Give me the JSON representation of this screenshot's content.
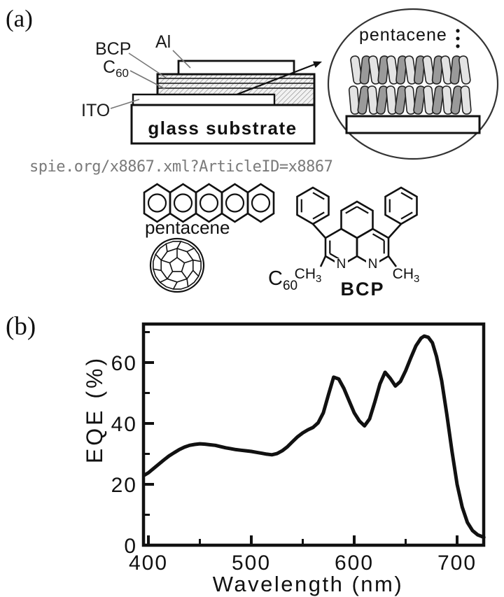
{
  "panel_a": {
    "label": "(a)",
    "device": {
      "al": "Al",
      "bcp": "BCP",
      "c60_base": "C",
      "c60_sub": "60",
      "ito": "ITO",
      "substrate": "glass substrate"
    },
    "inset": {
      "label": "pentacene"
    },
    "watermark": "spie.org/x8867.xml?ArticleID=x8867",
    "structures": {
      "pentacene": "pentacene",
      "c60_base": "C",
      "c60_sub": "60",
      "bcp": "BCP",
      "n_left": "N",
      "n_right": "N",
      "ch3_left_base": "CH",
      "ch3_left_sub": "3",
      "ch3_right_base": "CH",
      "ch3_right_sub": "3"
    }
  },
  "panel_b": {
    "label": "(b)",
    "chart_data": {
      "type": "line",
      "title": "",
      "xlabel": "Wavelength (nm)",
      "ylabel": "EQE (%)",
      "xlim": [
        395,
        726
      ],
      "ylim": [
        0,
        72.5
      ],
      "x_major_ticks": [
        400,
        500,
        600,
        700
      ],
      "x_minor_ticks": [
        450,
        550,
        650
      ],
      "y_major_ticks": [
        0,
        20,
        40,
        60
      ],
      "y_minor_ticks": [
        10,
        30,
        50,
        70
      ],
      "grid": false,
      "legend": null,
      "line_color": "#111111",
      "series": [
        {
          "name": "EQE",
          "points": [
            [
              396,
              23.0
            ],
            [
              400,
              23.8
            ],
            [
              405,
              25.2
            ],
            [
              410,
              26.6
            ],
            [
              415,
              28.0
            ],
            [
              420,
              29.3
            ],
            [
              425,
              30.4
            ],
            [
              430,
              31.4
            ],
            [
              435,
              32.2
            ],
            [
              440,
              32.8
            ],
            [
              445,
              33.1
            ],
            [
              450,
              33.3
            ],
            [
              455,
              33.2
            ],
            [
              460,
              33.0
            ],
            [
              465,
              32.8
            ],
            [
              470,
              32.4
            ],
            [
              475,
              32.0
            ],
            [
              480,
              31.7
            ],
            [
              485,
              31.4
            ],
            [
              490,
              31.2
            ],
            [
              495,
              31.0
            ],
            [
              500,
              30.8
            ],
            [
              505,
              30.5
            ],
            [
              510,
              30.2
            ],
            [
              515,
              29.9
            ],
            [
              520,
              29.7
            ],
            [
              525,
              30.1
            ],
            [
              530,
              31.0
            ],
            [
              535,
              32.3
            ],
            [
              540,
              34.0
            ],
            [
              545,
              35.6
            ],
            [
              550,
              36.9
            ],
            [
              555,
              37.9
            ],
            [
              560,
              38.7
            ],
            [
              565,
              40.2
            ],
            [
              570,
              43.5
            ],
            [
              575,
              49.5
            ],
            [
              580,
              55.2
            ],
            [
              585,
              54.6
            ],
            [
              590,
              51.5
            ],
            [
              595,
              47.5
            ],
            [
              600,
              43.5
            ],
            [
              605,
              40.8
            ],
            [
              610,
              39.2
            ],
            [
              615,
              41.5
            ],
            [
              620,
              47.0
            ],
            [
              625,
              53.0
            ],
            [
              630,
              56.8
            ],
            [
              635,
              54.8
            ],
            [
              640,
              52.3
            ],
            [
              645,
              53.8
            ],
            [
              650,
              57.3
            ],
            [
              655,
              61.5
            ],
            [
              660,
              65.5
            ],
            [
              665,
              68.0
            ],
            [
              668,
              68.7
            ],
            [
              672,
              68.3
            ],
            [
              676,
              66.5
            ],
            [
              680,
              62.0
            ],
            [
              685,
              54.0
            ],
            [
              690,
              43.0
            ],
            [
              695,
              31.0
            ],
            [
              700,
              20.0
            ],
            [
              705,
              12.5
            ],
            [
              710,
              7.5
            ],
            [
              715,
              4.8
            ],
            [
              720,
              3.4
            ],
            [
              726,
              2.6
            ]
          ]
        }
      ]
    }
  }
}
